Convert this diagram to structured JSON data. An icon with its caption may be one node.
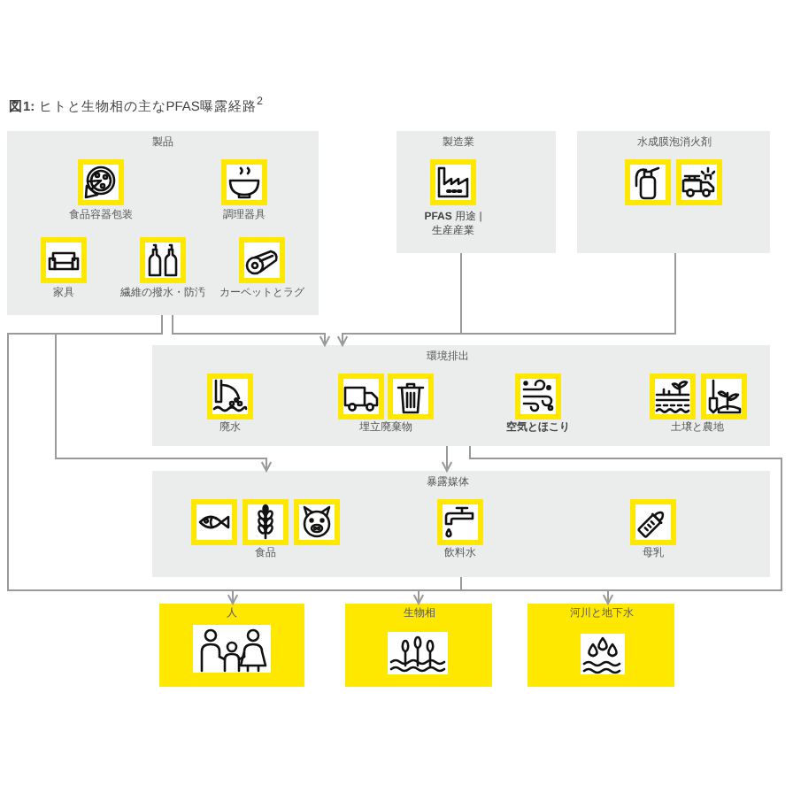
{
  "diagram": {
    "title": "**図1:** ヒトと生物相の主なPFAS曝露経路$^{2}$",
    "nodes": [
      {
        "text": [
          "製品"
        ]
      },
      {
        "text": [
          "製造業",
          "**PFAS** 用途 | 生産産業"
        ]
      },
      {
        "text": [
          "水成膜泡消火剤"
        ]
      },
      {
        "text": [
          "環境排出"
        ]
      },
      {
        "text": [
          "暴露媒体"
        ]
      },
      {
        "text": [
          "人"
        ]
      },
      {
        "text": [
          "生物相"
        ]
      },
      {
        "text": [
          "河川と地下水"
        ]
      }
    ],
    "edges": [
      {
        "from": 0,
        "to": 3,
        "arrow": "to"
      },
      {
        "from": 1,
        "to": 3,
        "arrow": "to"
      },
      {
        "from": 2,
        "to": 3,
        "arrow": "to"
      },
      {
        "from": 0,
        "to": 4,
        "arrow": "to"
      },
      {
        "from": 3,
        "to": 4,
        "arrow": "to"
      },
      {
        "from": 0,
        "to": 5,
        "arrow": "to"
      },
      {
        "from": 0,
        "to": 6,
        "arrow": "to"
      },
      {
        "from": 0,
        "to": 7,
        "arrow": "to"
      },
      {
        "from": 3,
        "to": 5,
        "arrow": "to"
      },
      {
        "from": 3,
        "to": 6,
        "arrow": "to"
      },
      {
        "from": 3,
        "to": 7,
        "arrow": "to"
      },
      {
        "from": 4,
        "to": 5,
        "arrow": "to"
      },
      {
        "from": 4,
        "to": 6,
        "arrow": "to"
      },
      {
        "from": 4,
        "to": 7,
        "arrow": "to"
      }
    ],
    "labels": [
      "食品容器包装",
      "調理器具",
      "家具",
      "繊維の撥水・防汚",
      "カーペットとラグ",
      "廃水",
      "埋立廃棄物",
      "空気とほこり",
      "土壌と農地",
      "食品",
      "飲料水",
      "母乳"
    ]
  }
}
